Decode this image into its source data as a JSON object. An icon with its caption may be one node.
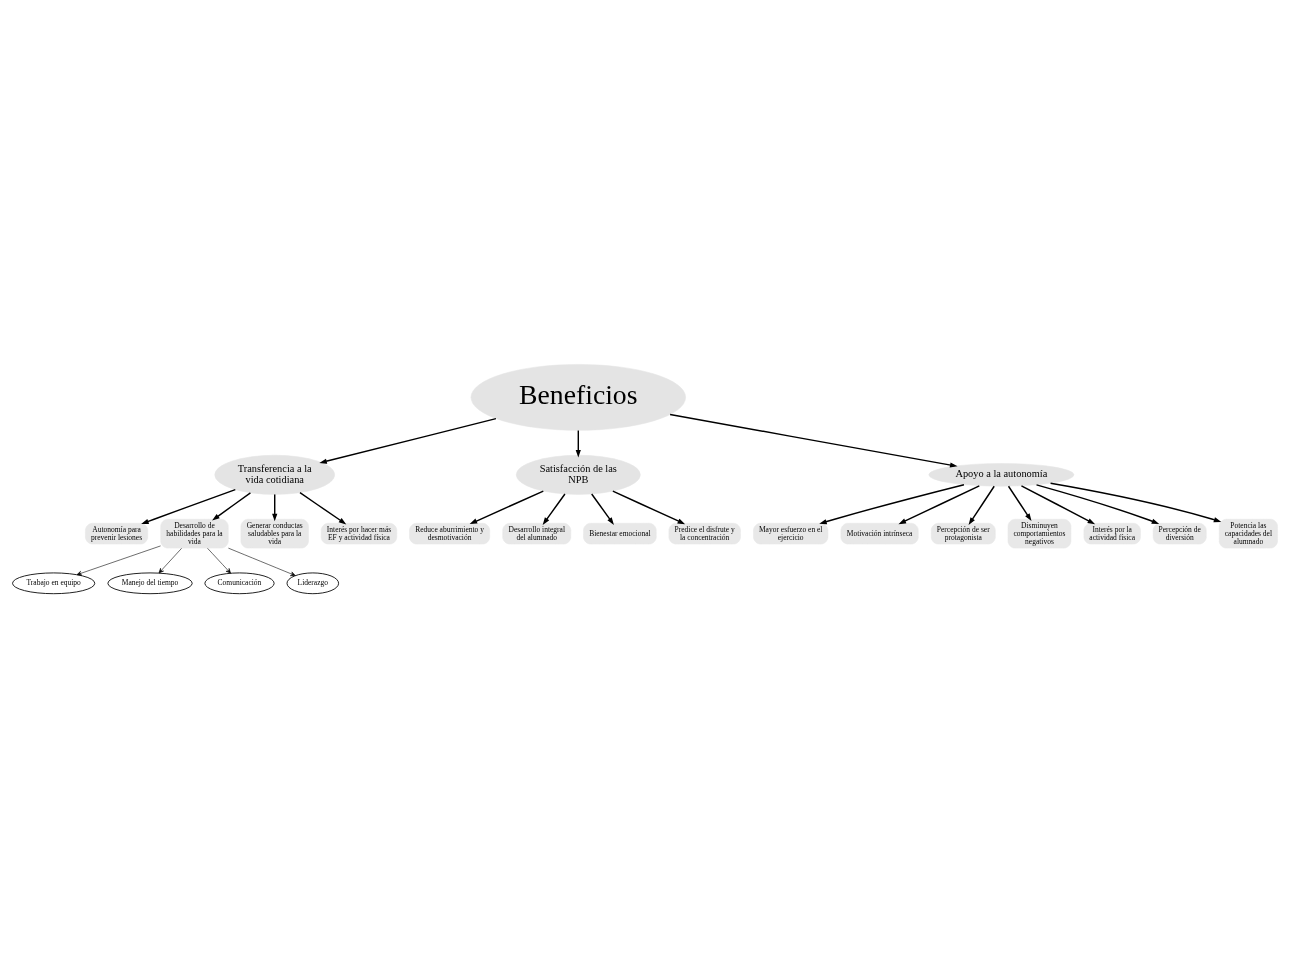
{
  "diagram": {
    "nodes": [
      {
        "text": [
          "Beneficios"
        ]
      },
      {
        "text": [
          "Transferencia a la vida cotidiana"
        ]
      },
      {
        "text": [
          "Satisfacción de las NPB"
        ]
      },
      {
        "text": [
          "Apoyo a la autonomía"
        ]
      },
      {
        "text": [
          "Autonomía para prevenir lesiones"
        ]
      },
      {
        "text": [
          "Desarrollo de habilidades para la vida"
        ]
      },
      {
        "text": [
          "Trabajo en equipo"
        ]
      },
      {
        "text": [
          "Manejo del tiempo"
        ]
      },
      {
        "text": [
          "Comunicación"
        ]
      },
      {
        "text": [
          "Liderazgo"
        ]
      },
      {
        "text": [
          "Generar conductas saludables para la vida"
        ]
      },
      {
        "text": [
          "Interés por hacer más EF y actividad física"
        ]
      },
      {
        "text": [
          "Reduce aburrimiento y desmotivación"
        ]
      },
      {
        "text": [
          "Desarrollo integral del alumnado"
        ]
      },
      {
        "text": [
          "Bienestar emocional"
        ]
      },
      {
        "text": [
          "Predice el disfrute y la concentración"
        ]
      },
      {
        "text": [
          "Mayor esfuerzo en el ejercicio"
        ]
      },
      {
        "text": [
          "Motivación intrínseca"
        ]
      },
      {
        "text": [
          "Percepción de ser protagonista"
        ]
      },
      {
        "text": [
          "Disminuyen comportamientos negativos"
        ]
      },
      {
        "text": [
          "Interés por la actividad física"
        ]
      },
      {
        "text": [
          "Percepción de diversión"
        ]
      },
      {
        "text": [
          "Potencia las capacidades del alumnado"
        ]
      }
    ],
    "edges": [
      {
        "from": 0,
        "to": 1,
        "arrow": "to"
      },
      {
        "from": 0,
        "to": 2,
        "arrow": "to"
      },
      {
        "from": 0,
        "to": 3,
        "arrow": "to"
      },
      {
        "from": 1,
        "to": 4,
        "arrow": "to"
      },
      {
        "from": 1,
        "to": 5,
        "arrow": "to"
      },
      {
        "from": 5,
        "to": 6,
        "arrow": "to"
      },
      {
        "from": 5,
        "to": 7,
        "arrow": "to"
      },
      {
        "from": 5,
        "to": 8,
        "arrow": "to"
      },
      {
        "from": 5,
        "to": 9,
        "arrow": "to"
      },
      {
        "from": 1,
        "to": 10,
        "arrow": "to"
      },
      {
        "from": 1,
        "to": 11,
        "arrow": "to"
      },
      {
        "from": 2,
        "to": 12,
        "arrow": "to"
      },
      {
        "from": 2,
        "to": 13,
        "arrow": "to"
      },
      {
        "from": 2,
        "to": 14,
        "arrow": "to"
      },
      {
        "from": 2,
        "to": 15,
        "arrow": "to"
      },
      {
        "from": 3,
        "to": 16,
        "arrow": "to"
      },
      {
        "from": 3,
        "to": 17,
        "arrow": "to"
      },
      {
        "from": 3,
        "to": 18,
        "arrow": "to"
      },
      {
        "from": 3,
        "to": 19,
        "arrow": "to"
      },
      {
        "from": 3,
        "to": 20,
        "arrow": "to"
      },
      {
        "from": 3,
        "to": 21,
        "arrow": "to"
      },
      {
        "from": 3,
        "to": 22,
        "arrow": "to"
      }
    ]
  }
}
